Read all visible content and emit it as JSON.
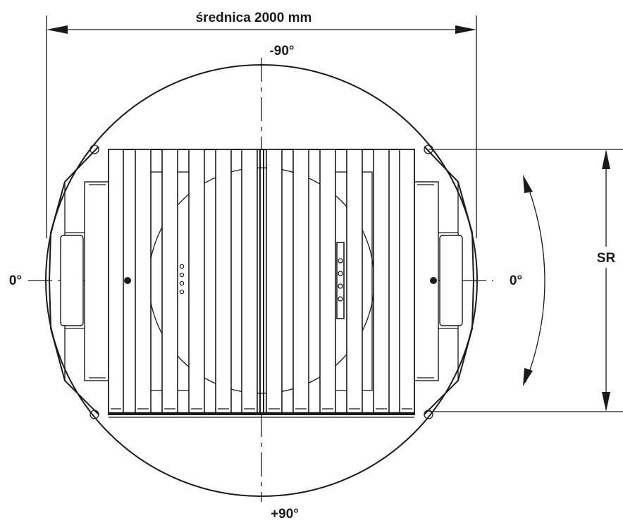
{
  "dimension_label": "średnica 2000 mm",
  "angle_top": "-90°",
  "angle_bottom": "+90°",
  "angle_left": "0°",
  "angle_right": "0°",
  "side_label": "SR",
  "line_color": "#1a1a1a",
  "background": "#ffffff"
}
